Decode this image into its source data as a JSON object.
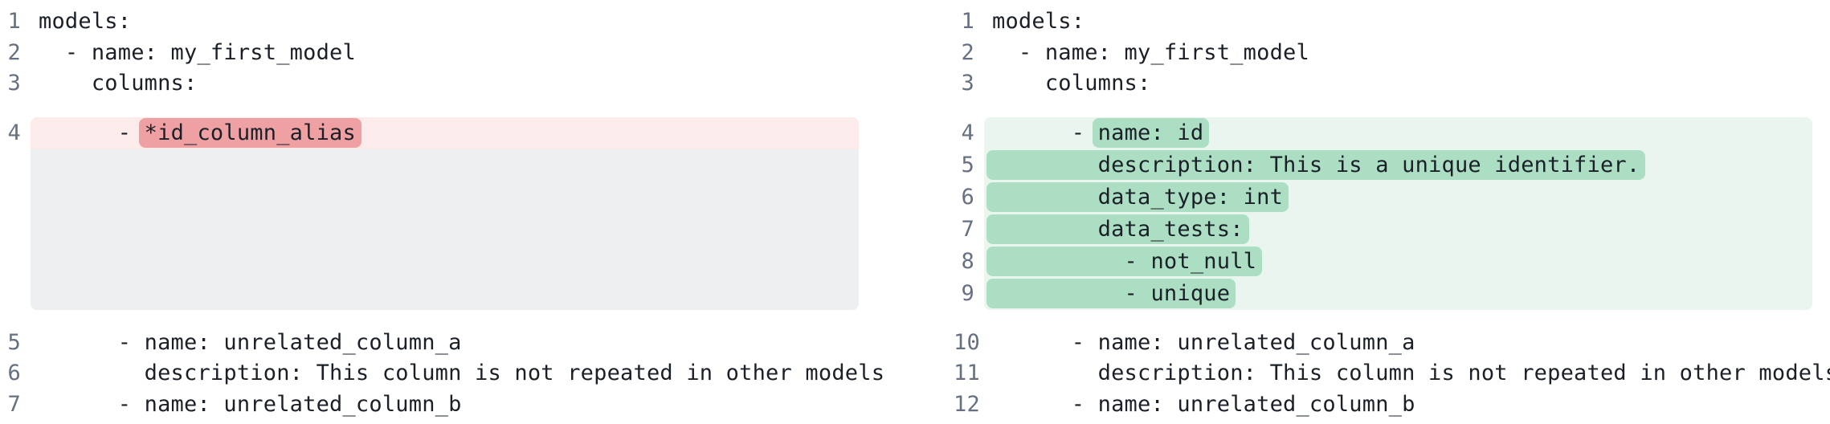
{
  "colors": {
    "background": "#ffffff",
    "code_text": "#1b2028",
    "line_number": "#667080",
    "deleted_row_bg": "#fcebeb",
    "deleted_token_bg": "#eea0a3",
    "added_row_bg": "#e9f5ee",
    "added_token_bg": "#abdec2",
    "collapsed_filler_bg": "#edeff1"
  },
  "diff": {
    "left": {
      "lines": [
        {
          "num": "1",
          "row": "normal",
          "segments": [
            {
              "t": "models:"
            }
          ]
        },
        {
          "num": "2",
          "row": "normal",
          "segments": [
            {
              "t": "  - name: my_first_model"
            }
          ]
        },
        {
          "num": "3",
          "row": "normal",
          "segments": [
            {
              "t": "    columns:"
            }
          ]
        },
        {
          "num": "4",
          "row": "del",
          "segments": [
            {
              "t": "      - "
            },
            {
              "t": "*id_column_alias",
              "mark": true
            }
          ]
        },
        {
          "row": "filler"
        },
        {
          "num": "5",
          "row": "normal",
          "segments": [
            {
              "t": "      - name: unrelated_column_a"
            }
          ]
        },
        {
          "num": "6",
          "row": "normal",
          "segments": [
            {
              "t": "        description: This column is not repeated in other models"
            }
          ]
        },
        {
          "num": "7",
          "row": "normal",
          "segments": [
            {
              "t": "      - name: unrelated_column_b"
            }
          ]
        }
      ]
    },
    "right": {
      "lines": [
        {
          "num": "1",
          "row": "normal",
          "segments": [
            {
              "t": "models:"
            }
          ]
        },
        {
          "num": "2",
          "row": "normal",
          "segments": [
            {
              "t": "  - name: my_first_model"
            }
          ]
        },
        {
          "num": "3",
          "row": "normal",
          "segments": [
            {
              "t": "    columns:"
            }
          ]
        },
        {
          "num": "4",
          "row": "add",
          "segments": [
            {
              "t": "      - "
            },
            {
              "t": "name: id",
              "mark": true
            }
          ]
        },
        {
          "num": "5",
          "row": "add",
          "segments": [
            {
              "t": "        description: This is a unique identifier.",
              "mark": true
            }
          ]
        },
        {
          "num": "6",
          "row": "add",
          "segments": [
            {
              "t": "        data_type: int",
              "mark": true
            }
          ]
        },
        {
          "num": "7",
          "row": "add",
          "segments": [
            {
              "t": "        data_tests:",
              "mark": true
            }
          ]
        },
        {
          "num": "8",
          "row": "add",
          "segments": [
            {
              "t": "          - not_null",
              "mark": true
            }
          ]
        },
        {
          "num": "9",
          "row": "add",
          "segments": [
            {
              "t": "          - unique",
              "mark": true
            }
          ]
        },
        {
          "num": "10",
          "row": "normal",
          "segments": [
            {
              "t": "      - name: unrelated_column_a"
            }
          ]
        },
        {
          "num": "11",
          "row": "normal",
          "segments": [
            {
              "t": "        description: This column is not repeated in other models"
            }
          ]
        },
        {
          "num": "12",
          "row": "normal",
          "segments": [
            {
              "t": "      - name: unrelated_column_b"
            }
          ]
        }
      ]
    }
  }
}
